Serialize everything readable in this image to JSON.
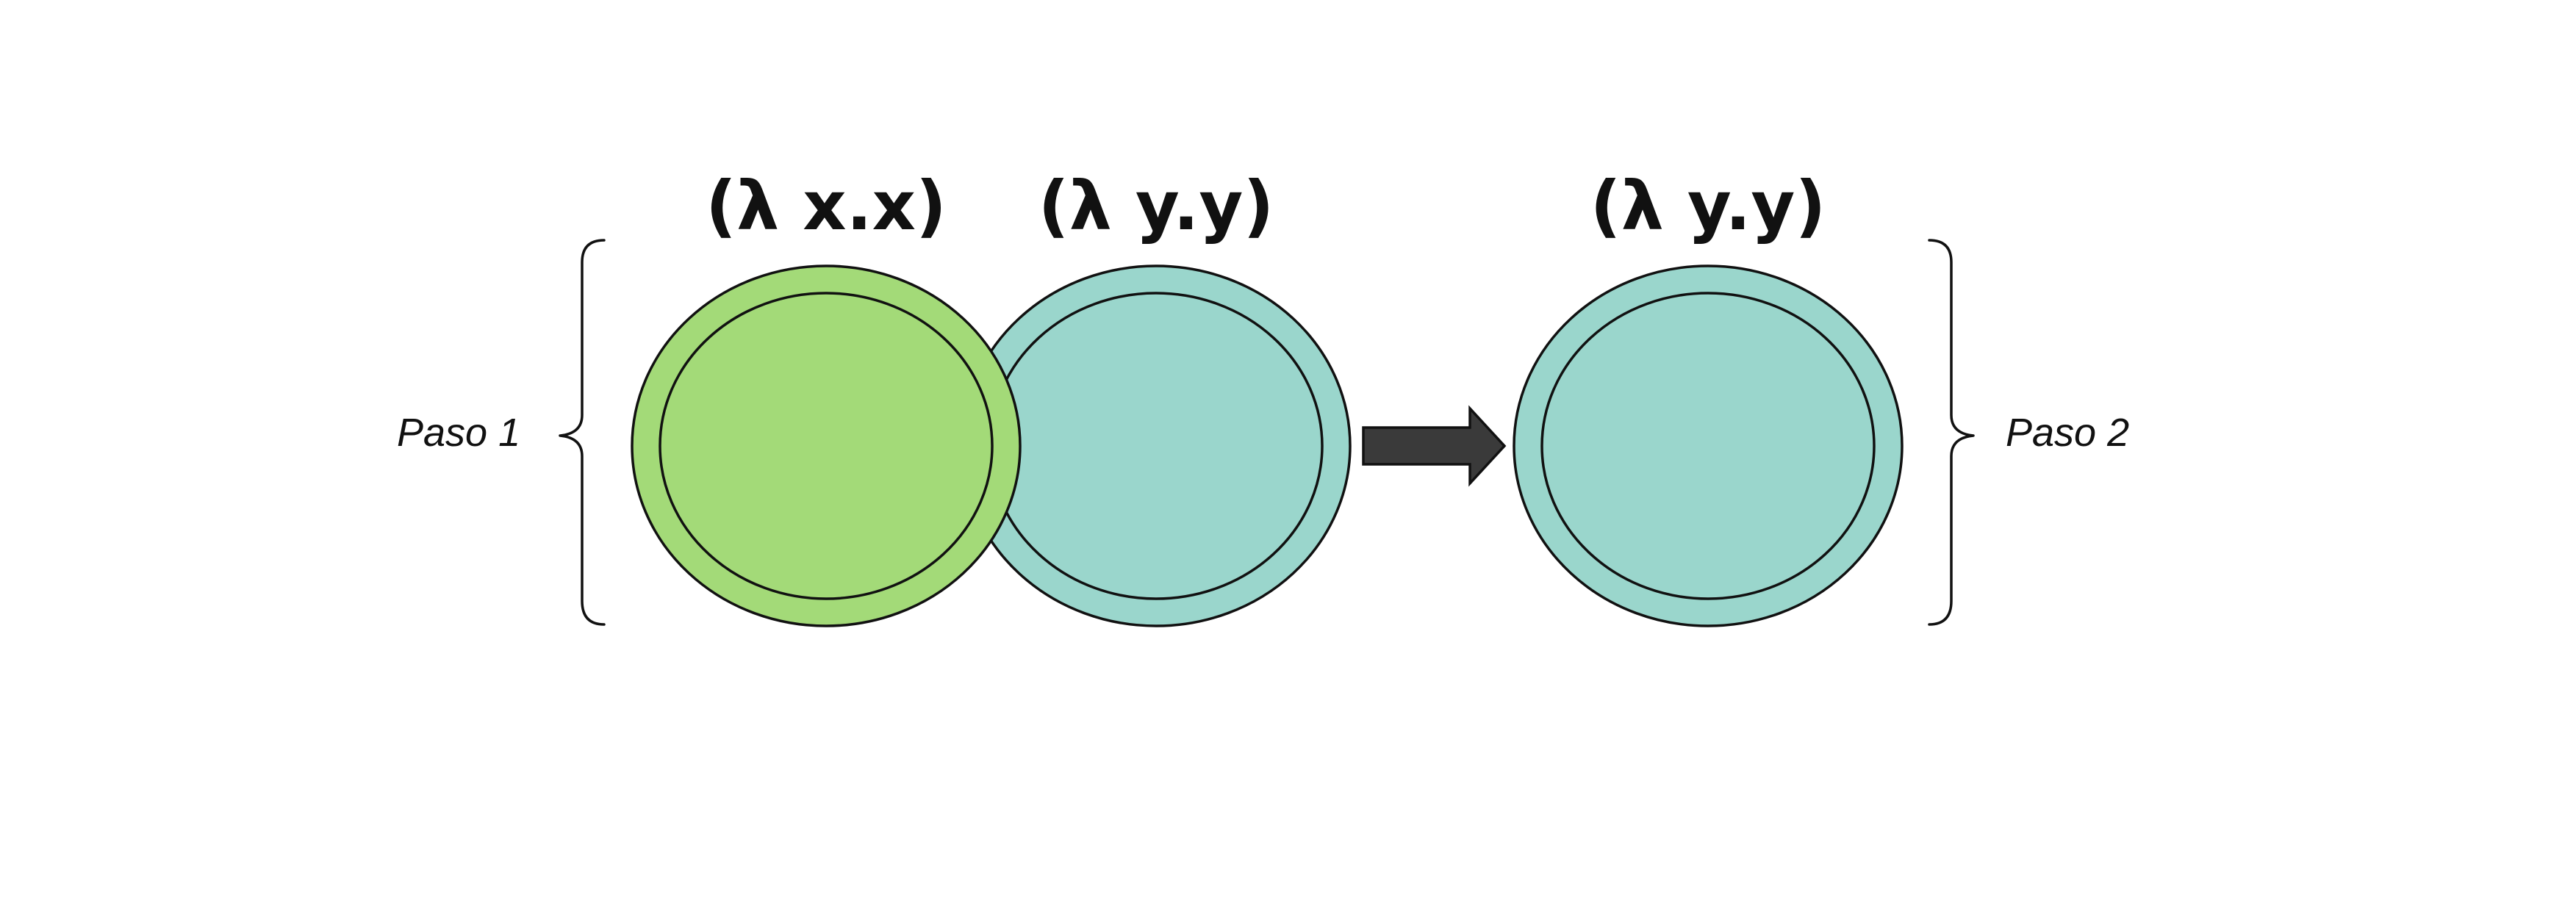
{
  "labels": {
    "left_term": "(λ x.x)",
    "middle_term": "(λ y.y)",
    "right_term": "(λ y.y)",
    "step1": "Paso 1",
    "step2": "Paso 2"
  },
  "colors": {
    "green_fill": "#a3da78",
    "teal_fill": "#9ad6cc",
    "arrow_fill": "#3a3a3a",
    "stroke": "#111111",
    "background": "#ffffff"
  }
}
